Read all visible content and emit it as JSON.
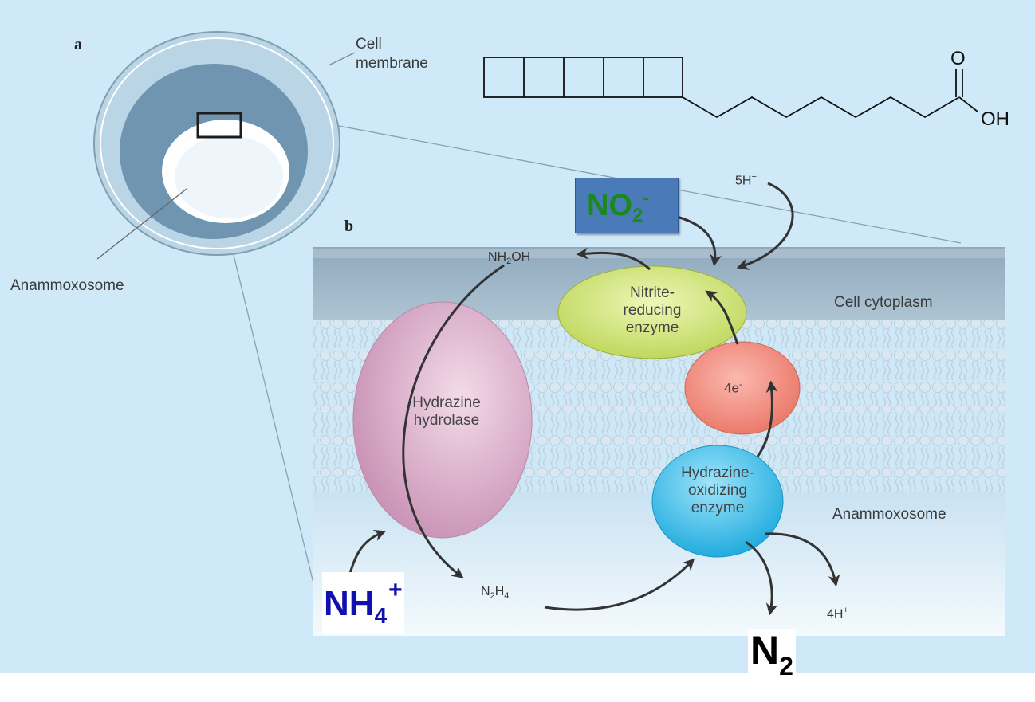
{
  "panels": {
    "a": "a",
    "b": "b"
  },
  "labels": {
    "cell_membrane_line1": "Cell",
    "cell_membrane_line2": "membrane",
    "anammoxosome_left": "Anammoxosome",
    "cell_cytoplasm": "Cell cytoplasm",
    "anammoxosome_right": "Anammoxosome"
  },
  "molecule": {
    "carbonyl_o": "O",
    "hydroxyl": "OH"
  },
  "enzymes": {
    "hydrazine_hydrolase": [
      "Hydrazine",
      "hydrolase"
    ],
    "nitrite_reducing": [
      "Nitrite-",
      "reducing",
      "enzyme"
    ],
    "hydrazine_oxidizing": [
      "Hydrazine-",
      "oxidizing",
      "enzyme"
    ],
    "electrons": {
      "base": "4e",
      "sup": "-"
    }
  },
  "species": {
    "nh2oh": {
      "a": "NH",
      "sub": "2",
      "b": "OH"
    },
    "n2h4": {
      "a": "N",
      "sub1": "2",
      "b": "H",
      "sub2": "4"
    },
    "h5": {
      "base": "5H",
      "sup": "+"
    },
    "h4": {
      "base": "4H",
      "sup": "+"
    },
    "no2": {
      "base": "NO",
      "sub": "2",
      "sup": "-"
    },
    "nh4": {
      "base": "NH",
      "sub": "4",
      "sup": "+"
    },
    "n2": {
      "base": "N",
      "sub": "2"
    }
  },
  "colors": {
    "background": "#cfe9f8",
    "hydrolase": "#d8a9c6",
    "nitrite_enzyme": "#d5e880",
    "electron_carrier": "#f08a80",
    "oxidizing_enzyme": "#3fbfe8",
    "no2_box": "#4a7ab8",
    "no2_text": "#1a8a1a",
    "nh4_text": "#1010b0"
  }
}
